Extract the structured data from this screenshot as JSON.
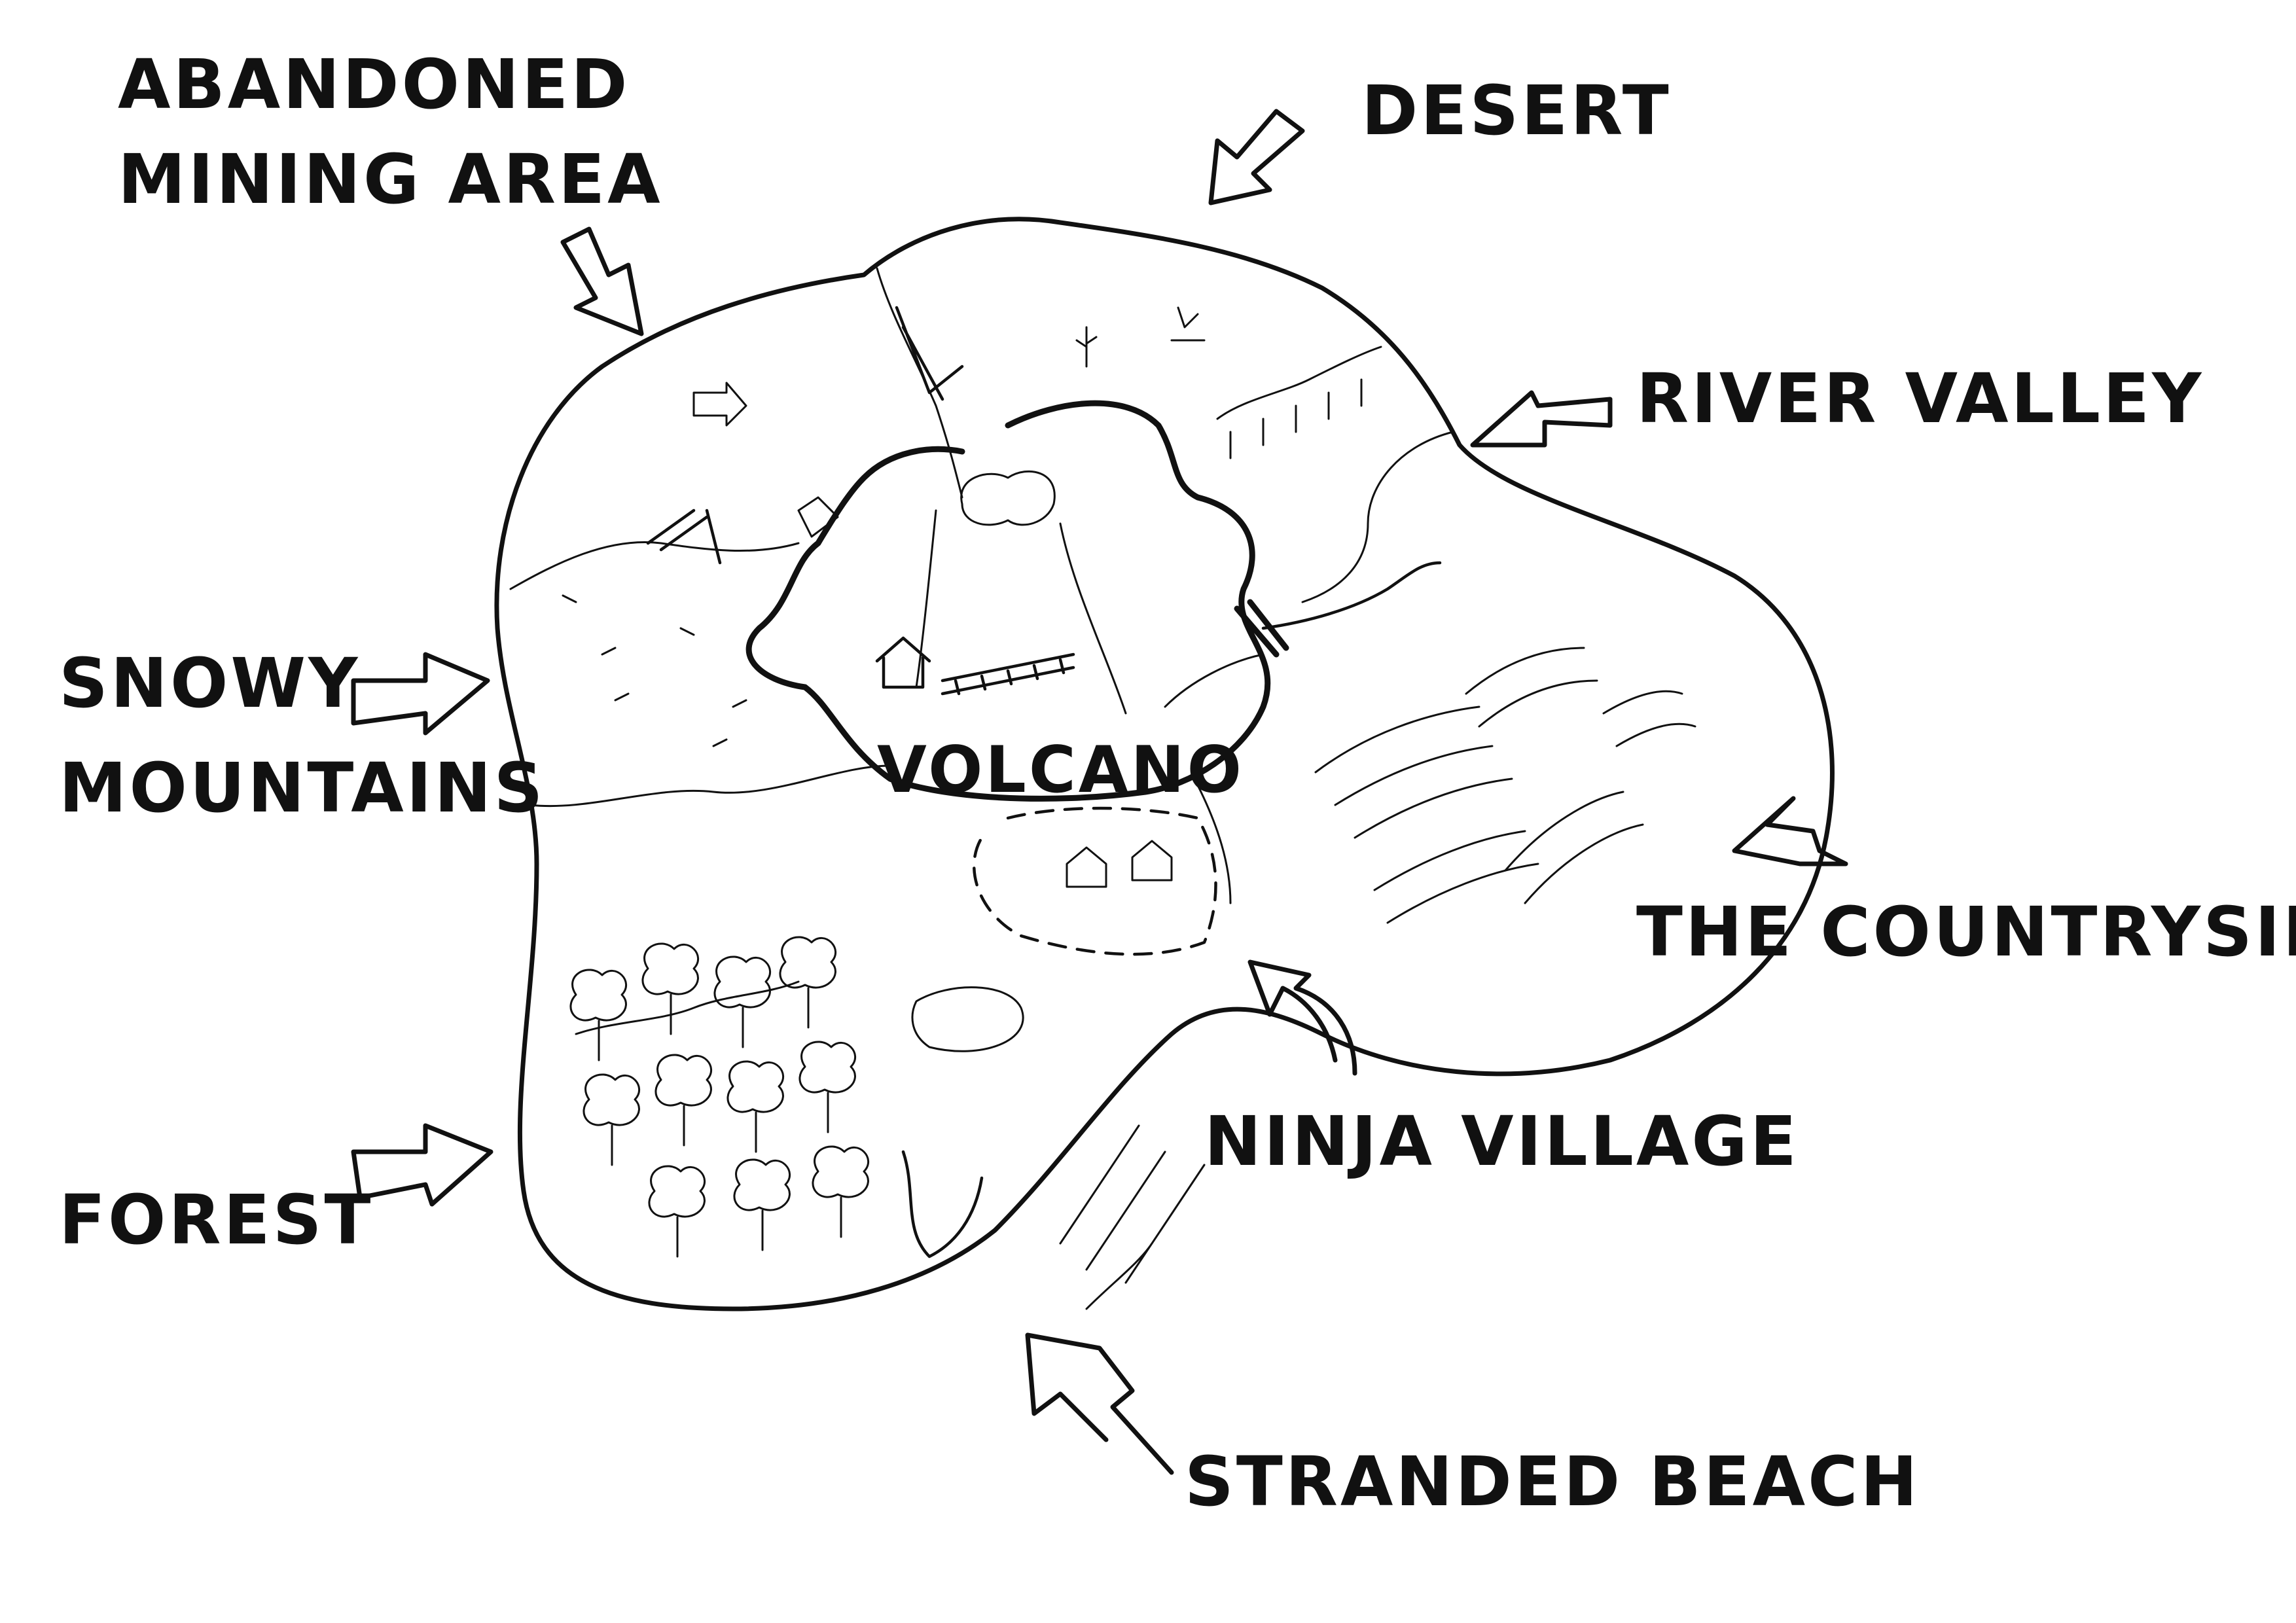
{
  "map": {
    "colors": {
      "ink": "#111111",
      "paper": "#ffffff"
    },
    "labels": {
      "abandoned_mining_line1": "ABANDONED",
      "abandoned_mining_line2": "MINING AREA",
      "desert": "DESERT",
      "river_valley": "RIVER VALLEY",
      "snowy_line1": "SNOWY",
      "snowy_line2": "MOUNTAINS",
      "volcano": "VOLCANO",
      "countryside": "THE COUNTRYSIDE",
      "ninja_village": "NINJA VILLAGE",
      "forest": "FOREST",
      "stranded_beach": "STRANDED BEACH"
    }
  }
}
